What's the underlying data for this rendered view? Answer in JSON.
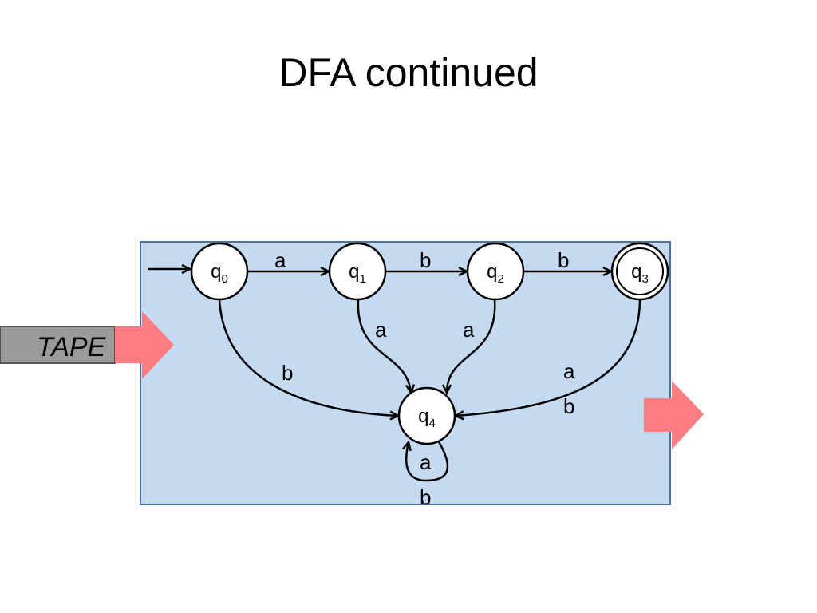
{
  "slide": {
    "title": "DFA continued",
    "tape_label": "TAPE"
  },
  "colors": {
    "panel_fill": "#c5d9f1",
    "panel_border": "#4a6fa5",
    "arrow_pink": "#ff7c80",
    "tape_gray": "#9a9a9a",
    "state_fill": "#ffffff",
    "stroke": "#000000"
  },
  "dfa": {
    "start_state": "q0",
    "accept_states": [
      "q3"
    ],
    "states": [
      {
        "id": "q0",
        "name": "q",
        "sub": "0"
      },
      {
        "id": "q1",
        "name": "q",
        "sub": "1"
      },
      {
        "id": "q2",
        "name": "q",
        "sub": "2"
      },
      {
        "id": "q3",
        "name": "q",
        "sub": "3"
      },
      {
        "id": "q4",
        "name": "q",
        "sub": "4"
      }
    ],
    "transitions": [
      {
        "from": "q0",
        "to": "q1",
        "label": "a"
      },
      {
        "from": "q1",
        "to": "q2",
        "label": "b"
      },
      {
        "from": "q2",
        "to": "q3",
        "label": "b"
      },
      {
        "from": "q0",
        "to": "q4",
        "label": "b"
      },
      {
        "from": "q1",
        "to": "q4",
        "label": "a"
      },
      {
        "from": "q2",
        "to": "q4",
        "label": "a"
      },
      {
        "from": "q3",
        "to": "q4",
        "label": "a",
        "label2": "b"
      },
      {
        "from": "q4",
        "to": "q4",
        "label": "a",
        "label2": "b"
      }
    ]
  }
}
